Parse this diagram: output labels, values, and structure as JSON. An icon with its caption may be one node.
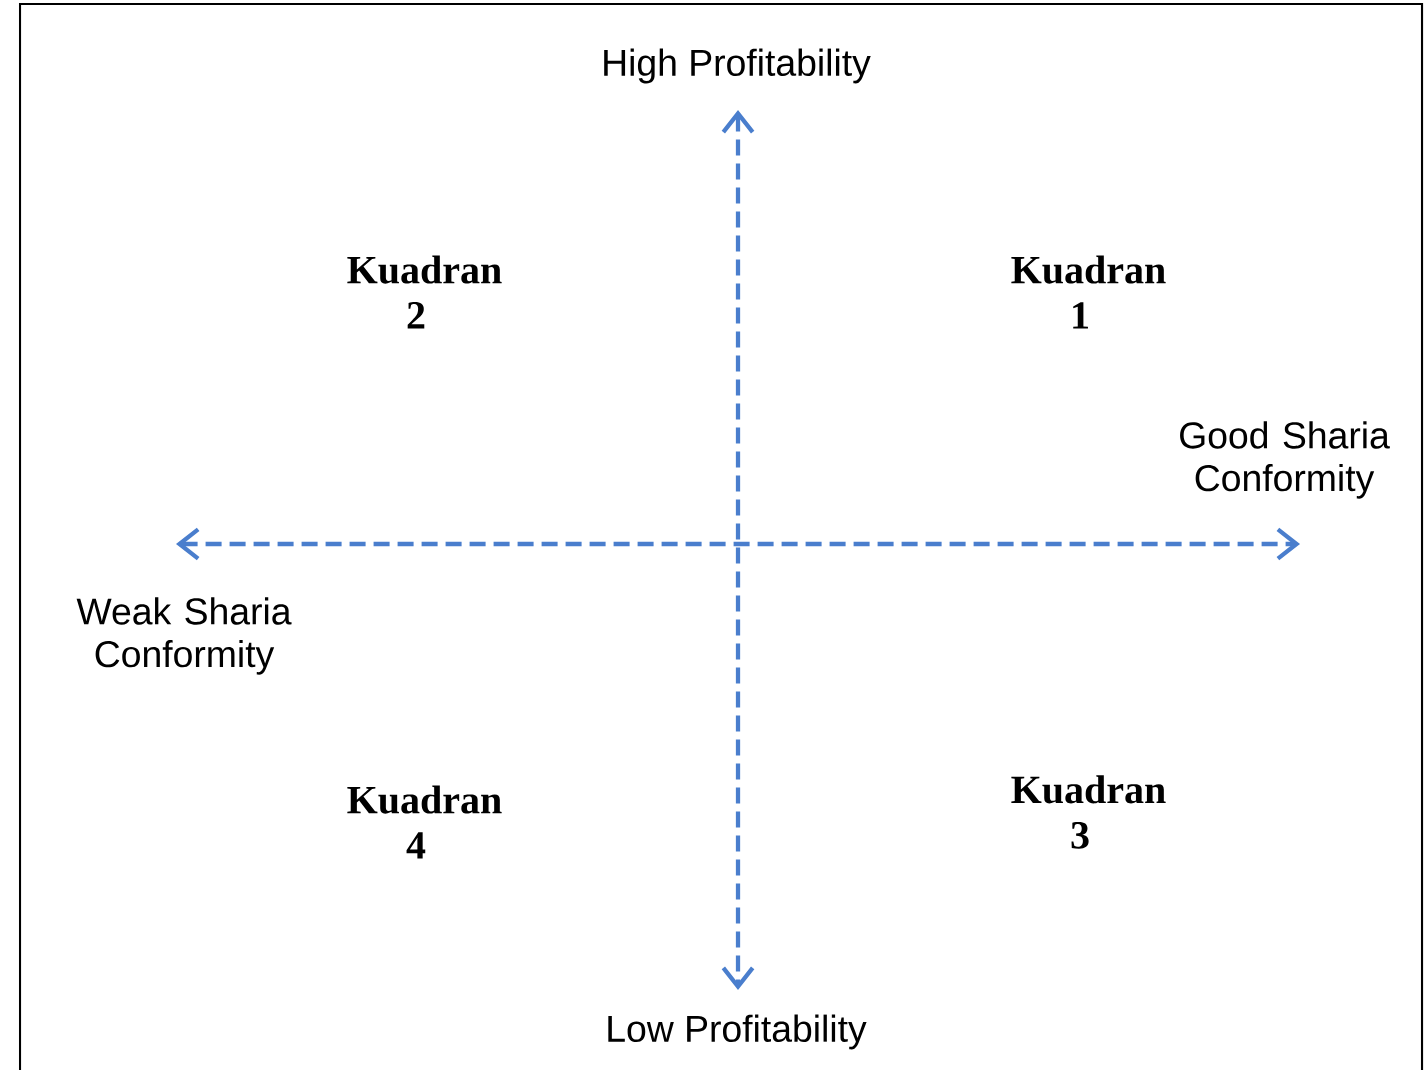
{
  "diagram": {
    "labels": [
      "High Profitability",
      "Kuadran 2",
      "Kuadran 1",
      "Good Sharia Conformity",
      "Weak Sharia Conformity",
      "Kuadran 4",
      "Kuadran 3",
      "Low Profitability"
    ]
  }
}
